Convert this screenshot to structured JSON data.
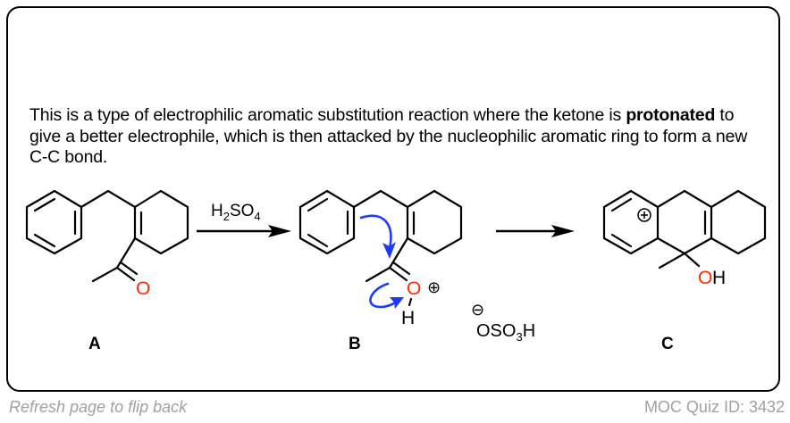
{
  "card": {
    "explanation": {
      "prefix": "This is a type of electrophilic aromatic substitution reaction where the ketone is ",
      "bold": "protonated",
      "suffix": " to give a better electrophile, which is then attacked by the nucleophilic aromatic ring to form a new C-C bond."
    },
    "scheme": {
      "reagent": {
        "main": "H",
        "sub1": "2",
        "mid": "SO",
        "sub2": "4"
      },
      "compounds": [
        {
          "label": "A",
          "atoms": [
            "O"
          ]
        },
        {
          "label": "B",
          "atoms": [
            "O",
            "H"
          ],
          "charge": "⊕"
        },
        {
          "label": "C",
          "atoms": [
            "O",
            "H"
          ],
          "charge": "⊕"
        }
      ],
      "counterion": {
        "charge": "⊖",
        "main": "OSO",
        "sub": "3",
        "tail": "H"
      },
      "colors": {
        "oxygen": "#ff2a00",
        "curly_arrow": "#1a3cff"
      }
    }
  },
  "footer": {
    "left": "Refresh page to flip back",
    "right": "MOC Quiz ID: 3432"
  }
}
